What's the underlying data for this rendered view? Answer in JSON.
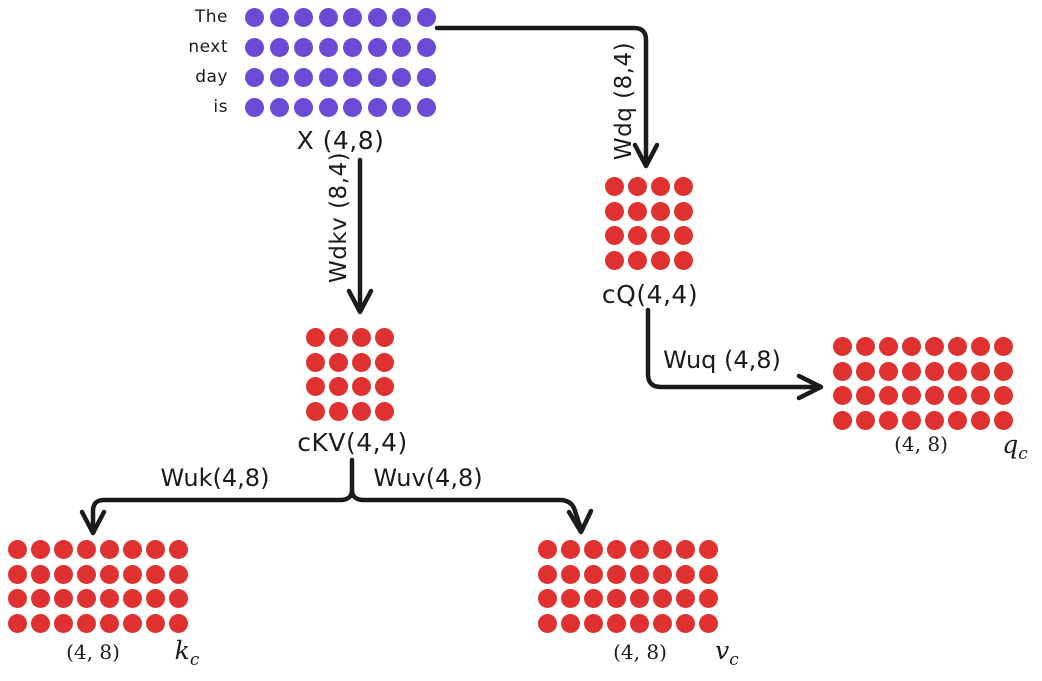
{
  "colors": {
    "purple": "#6b4bd6",
    "red": "#e03131",
    "stroke": "#1b1b1b"
  },
  "x_block": {
    "row_labels": [
      "The",
      "next",
      "day",
      "is"
    ],
    "label": "X (4,8)"
  },
  "matrices": {
    "x": {
      "rows": 4,
      "cols": 8,
      "color": "purple"
    },
    "cq": {
      "rows": 4,
      "cols": 4,
      "color": "red"
    },
    "ckv": {
      "rows": 4,
      "cols": 4,
      "color": "red"
    },
    "kc": {
      "rows": 4,
      "cols": 8,
      "color": "red"
    },
    "vc": {
      "rows": 4,
      "cols": 8,
      "color": "red"
    },
    "qc": {
      "rows": 4,
      "cols": 8,
      "color": "red"
    }
  },
  "labels": {
    "ckv": "cKV(4,4)",
    "cq": "cQ(4,4)",
    "wdkv": "Wdkv (8,4)",
    "wdq": "Wdq (8,4)",
    "wuk": "Wuk(4,8)",
    "wuv": "Wuv(4,8)",
    "wuq": "Wuq (4,8)",
    "kc_dim": "(4, 8)",
    "vc_dim": "(4, 8)",
    "qc_dim": "(4, 8)",
    "kc_name": "k",
    "vc_name": "v",
    "qc_name": "q",
    "sub_c": "c"
  }
}
